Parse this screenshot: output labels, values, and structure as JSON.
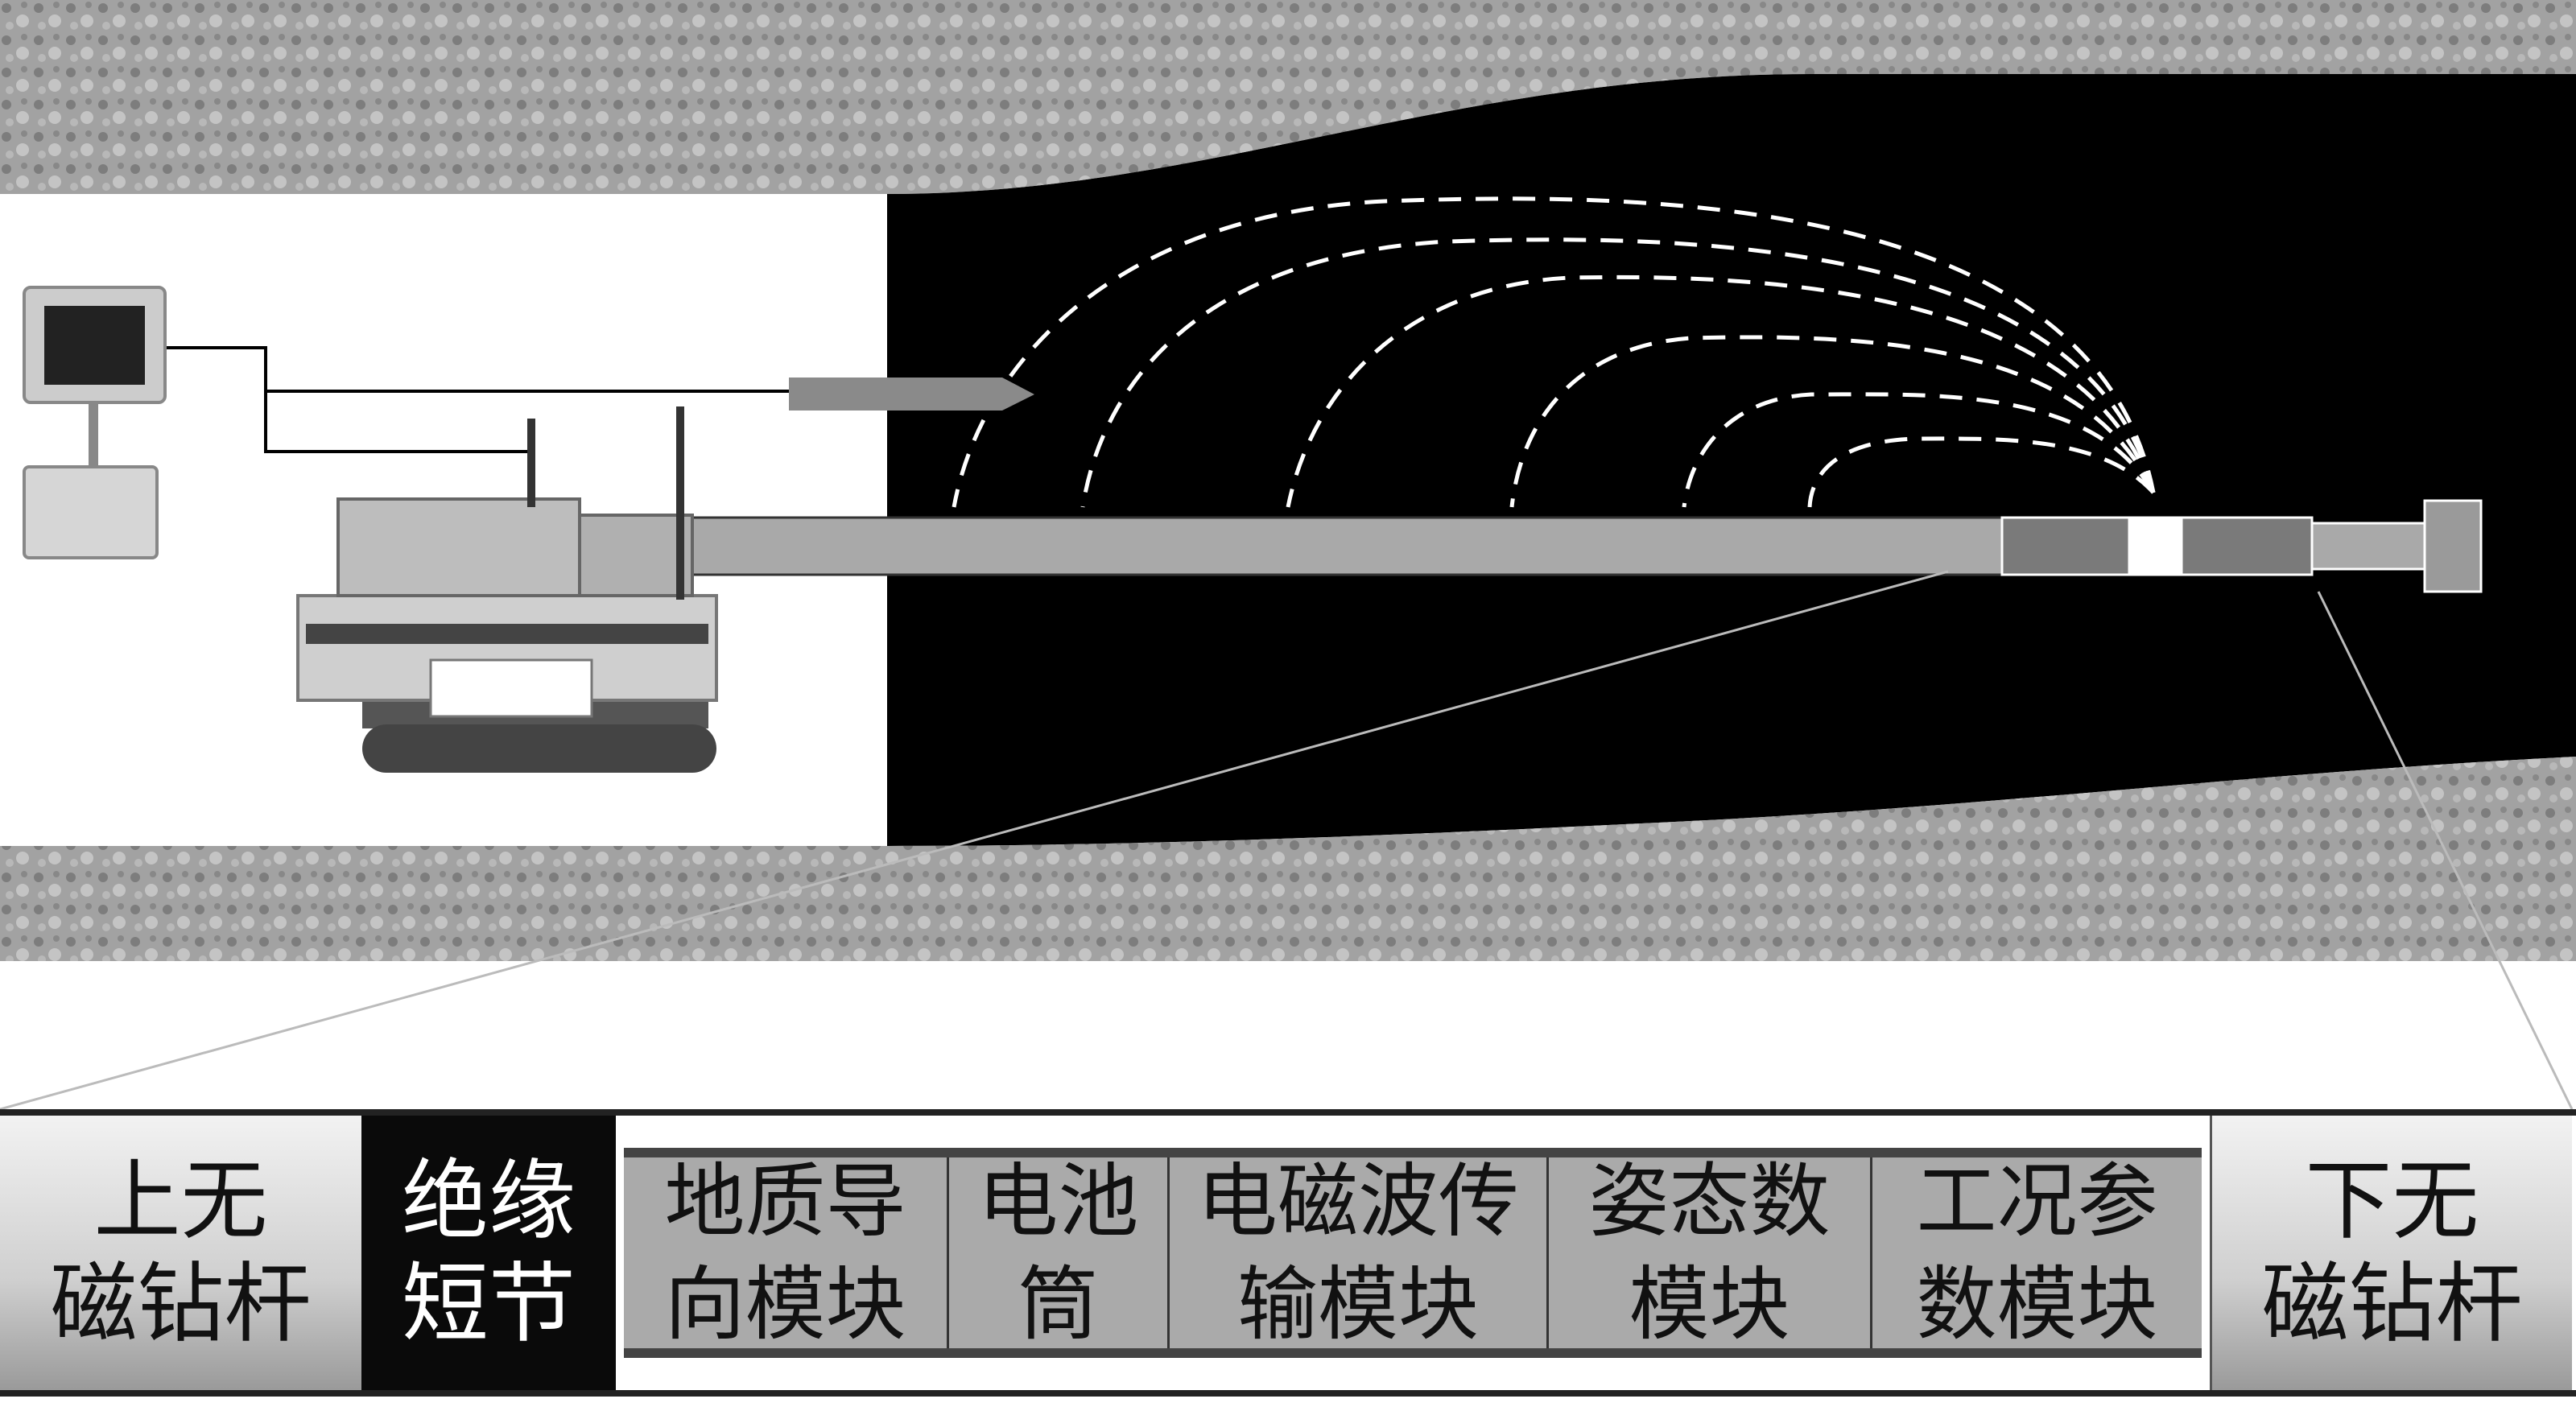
{
  "title": "随钻电磁波测量系统示意图",
  "modules": {
    "upper_rod": [
      "上无",
      "磁钻杆"
    ],
    "insulation": [
      "绝缘",
      "短节"
    ],
    "cells": [
      [
        "地质导",
        "向模块"
      ],
      [
        "电池",
        "筒"
      ],
      [
        "电磁波传",
        "输模块"
      ],
      [
        "姿态数",
        "模块"
      ],
      [
        "工况参",
        "数模块"
      ]
    ],
    "lower_rod": [
      "下无",
      "磁钻杆"
    ]
  },
  "colors": {
    "rock": "#9e9e9e",
    "tunnel": "#000000",
    "pipe": "#a8a8a8",
    "field_lines": "#ffffff"
  }
}
